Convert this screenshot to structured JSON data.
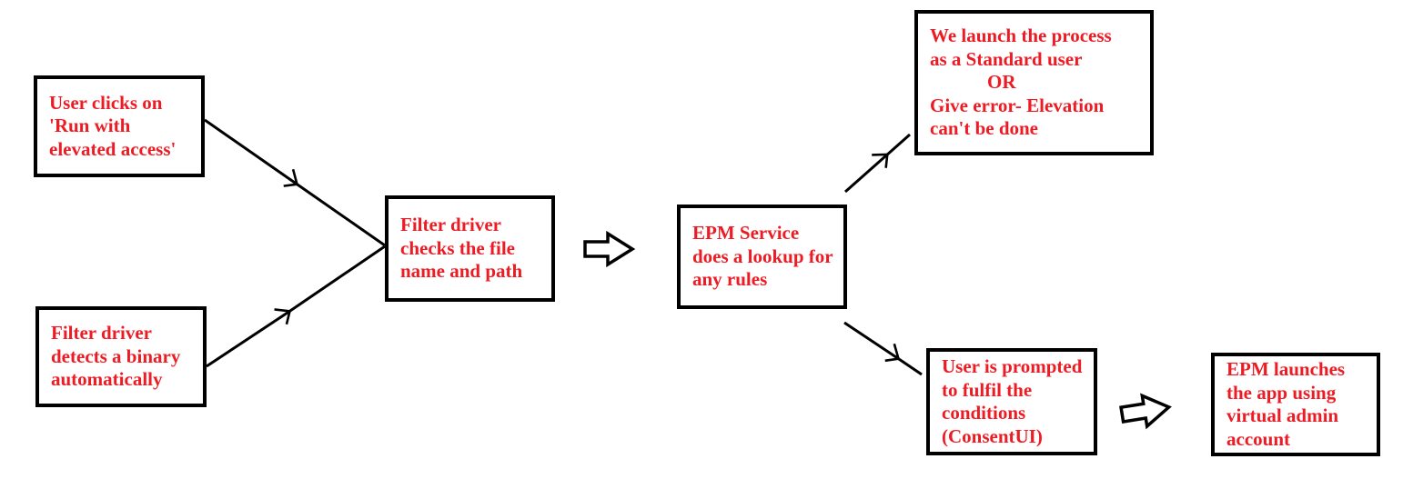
{
  "diagram": {
    "type": "flowchart",
    "background_color": "#ffffff",
    "box_border_color": "#000000",
    "text_color": "#ed1c24",
    "nodes": [
      {
        "id": "user-clicks",
        "text": "User clicks on\n'Run with\nelevated access'"
      },
      {
        "id": "filter-detects",
        "text": "Filter driver\ndetects a binary\nautomatically"
      },
      {
        "id": "filter-checks",
        "text": "Filter driver\nchecks the file\nname and path"
      },
      {
        "id": "epm-lookup",
        "text": "EPM Service\ndoes a lookup for\nany rules"
      },
      {
        "id": "launch-or-error",
        "text": "We launch the process\nas a Standard user\n            OR\nGive error- Elevation\ncan't be done"
      },
      {
        "id": "user-prompted",
        "text": "User is prompted\nto fulfil the\nconditions\n(ConsentUI)"
      },
      {
        "id": "epm-launches",
        "text": "EPM launches\nthe app using\nvirtual admin\naccount"
      }
    ],
    "edges": [
      {
        "from": "user-clicks",
        "to": "filter-checks",
        "style": "line-arrow"
      },
      {
        "from": "filter-detects",
        "to": "filter-checks",
        "style": "line-arrow"
      },
      {
        "from": "filter-checks",
        "to": "epm-lookup",
        "style": "block-arrow"
      },
      {
        "from": "epm-lookup",
        "to": "launch-or-error",
        "style": "line-arrow"
      },
      {
        "from": "epm-lookup",
        "to": "user-prompted",
        "style": "line-arrow"
      },
      {
        "from": "user-prompted",
        "to": "epm-launches",
        "style": "block-arrow"
      }
    ]
  }
}
